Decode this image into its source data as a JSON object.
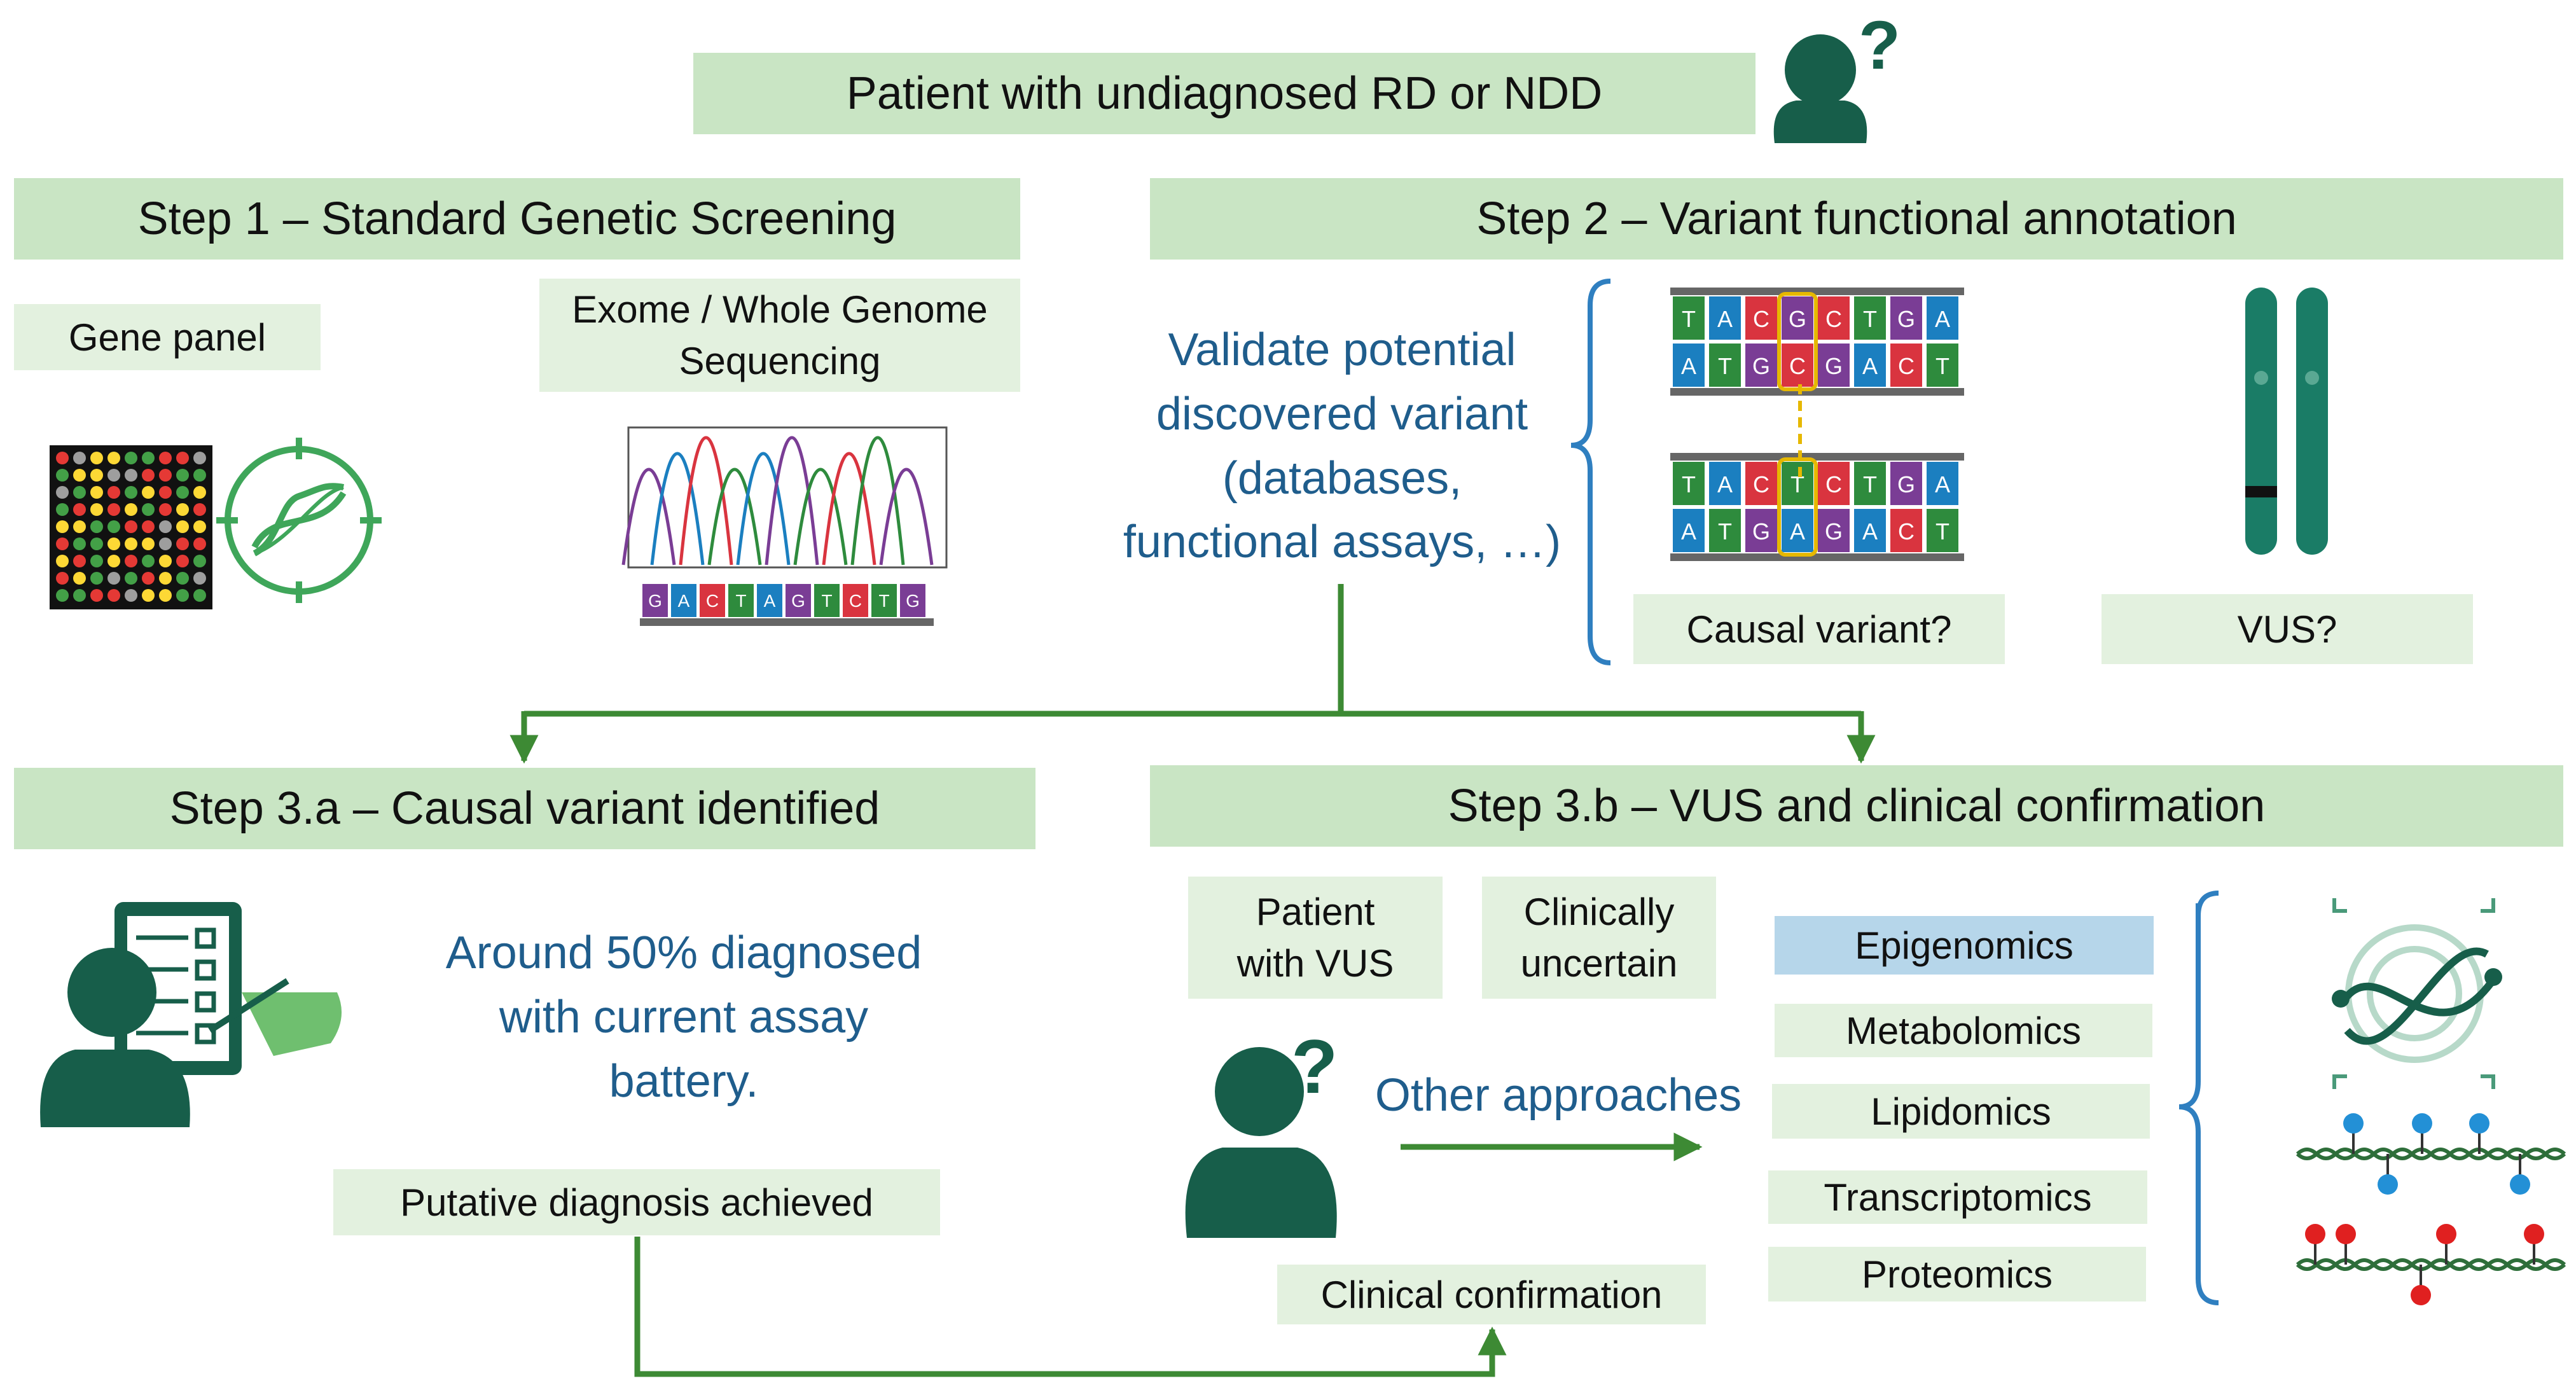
{
  "top": {
    "title": "Patient with undiagnosed RD or NDD"
  },
  "step1": {
    "header": "Step 1 – Standard Genetic Screening",
    "gene_panel": "Gene panel",
    "sequencing_line1": "Exome / Whole Genome",
    "sequencing_line2": "Sequencing",
    "chromatogram_bases": [
      "G",
      "A",
      "C",
      "T",
      "A",
      "G",
      "T",
      "C",
      "T",
      "G"
    ]
  },
  "step2": {
    "header": "Step 2 – Variant functional annotation",
    "validate_lines": [
      "Validate potential",
      "discovered variant",
      "(databases,",
      "functional assays, …)"
    ],
    "dna_top_strand_1": [
      "T",
      "A",
      "C",
      "G",
      "C",
      "T",
      "G",
      "A"
    ],
    "dna_bottom_strand_1": [
      "A",
      "T",
      "G",
      "C",
      "G",
      "A",
      "C",
      "T"
    ],
    "dna_top_strand_2": [
      "T",
      "A",
      "C",
      "T",
      "C",
      "T",
      "G",
      "A"
    ],
    "dna_bottom_strand_2": [
      "A",
      "T",
      "G",
      "A",
      "G",
      "A",
      "C",
      "T"
    ],
    "causal_variant": "Causal variant?",
    "vus": "VUS?"
  },
  "step3a": {
    "header": "Step 3.a – Causal variant identified",
    "summary_lines": [
      "Around 50% diagnosed",
      "with current assay",
      "battery."
    ],
    "putative": "Putative diagnosis achieved"
  },
  "step3b": {
    "header": "Step 3.b – VUS and clinical confirmation",
    "patient_vus_line1": "Patient",
    "patient_vus_line2": "with VUS",
    "clinically_line1": "Clinically",
    "clinically_line2": "uncertain",
    "other_approaches": "Other approaches",
    "clinical_confirmation": "Clinical confirmation",
    "omics": [
      "Epigenomics",
      "Metabolomics",
      "Lipidomics",
      "Transcriptomics",
      "Proteomics"
    ]
  },
  "colors": {
    "header_green": "#c9e5c4",
    "label_green": "#e3f1df",
    "highlight_blue": "#b6d6ea",
    "arrow_green": "#3d8a34",
    "text_blue": "#1f5d8c",
    "icon_teal": "#175e4a",
    "chromosome": "#1a7c66",
    "base_T": "#2e8b3d",
    "base_A": "#1b7fc0",
    "base_C": "#d9343f",
    "base_G": "#7a3d95"
  }
}
